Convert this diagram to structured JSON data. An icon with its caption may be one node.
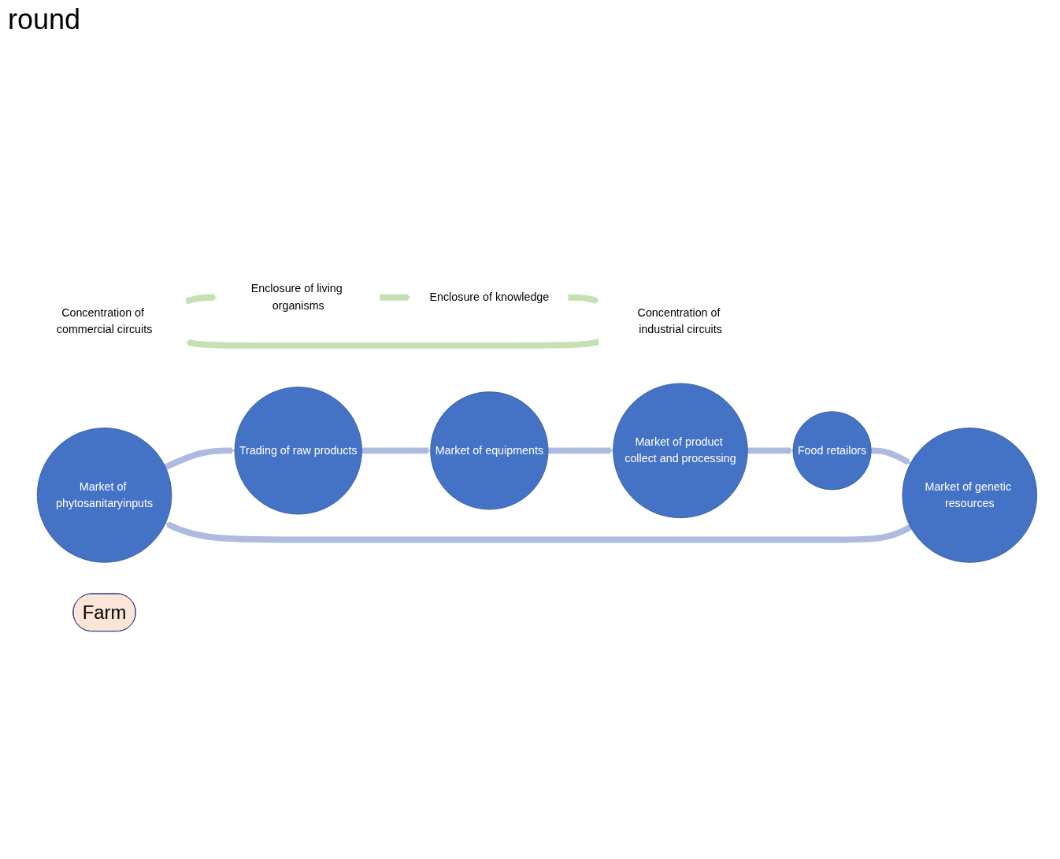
{
  "diagram": {
    "nodes": [
      {
        "text": [
          "Market of phytosanitaryinputs"
        ]
      },
      {
        "text": [
          "Trading of raw products"
        ]
      },
      {
        "text": [
          "Market of genetic resources"
        ]
      },
      {
        "text": [
          "Concentration of commercial circuits"
        ]
      },
      {
        "text": [
          "Enclosure of living organisms"
        ]
      },
      {
        "text": [
          "Farm"
        ]
      },
      {
        "text": [
          "Enclosure of knowledge"
        ]
      },
      {
        "text": [
          "Concentration of industrial circuits"
        ]
      },
      {
        "text": [
          "Market of equipments"
        ]
      },
      {
        "text": [
          "Food retailors"
        ]
      },
      {
        "text": [
          "Market of product collect and processing"
        ]
      }
    ],
    "edges": [
      {
        "from": 2,
        "to": 0,
        "arrow": "to"
      },
      {
        "from": 0,
        "to": 1,
        "arrow": "to"
      },
      {
        "from": 1,
        "to": 8,
        "arrow": "to"
      },
      {
        "from": 8,
        "to": 10,
        "arrow": "to"
      },
      {
        "from": 10,
        "to": 9,
        "arrow": "to"
      },
      {
        "from": 9,
        "to": 2,
        "arrow": "to"
      },
      {
        "from": 3,
        "to": 4,
        "arrow": "to",
        "color": "#c5e0b4"
      },
      {
        "from": 4,
        "to": 6,
        "arrow": "to",
        "color": "#c5e0b4"
      },
      {
        "from": 6,
        "to": 7,
        "arrow": "to",
        "color": "#c5e0b4"
      },
      {
        "from": 7,
        "to": 3,
        "arrow": "to",
        "color": "#c5e0b4"
      }
    ],
    "labels": [
      "round"
    ]
  }
}
